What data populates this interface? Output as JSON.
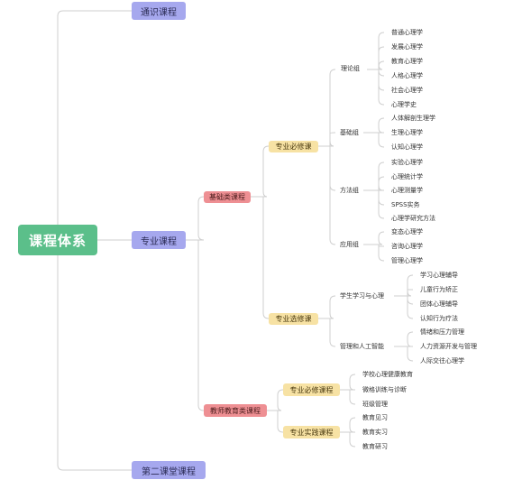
{
  "root": "课程体系",
  "level1": {
    "general": "通识课程",
    "major": "专业课程",
    "second": "第二课堂课程"
  },
  "level2": {
    "basic": "基础类课程",
    "teacher": "教师教育类课程"
  },
  "level3": {
    "required": "专业必修课",
    "elective": "专业选修课",
    "teacher_required": "专业必修课程",
    "teacher_practice": "专业实践课程"
  },
  "groups": {
    "theory": "理论组",
    "foundation": "基础组",
    "method": "方法组",
    "applied": "应用组",
    "learning": "学生学习与心理",
    "management": "管理和人工智能"
  },
  "leaves": {
    "theory": [
      "普通心理学",
      "发展心理学",
      "教育心理学",
      "人格心理学",
      "社会心理学",
      "心理学史"
    ],
    "foundation": [
      "人体解剖生理学",
      "生理心理学",
      "认知心理学"
    ],
    "method": [
      "实验心理学",
      "心理统计学",
      "心理测量学",
      "SPSS实务",
      "心理学研究方法"
    ],
    "applied": [
      "变态心理学",
      "咨询心理学",
      "管理心理学"
    ],
    "learning": [
      "学习心理辅导",
      "儿童行为矫正",
      "团体心理辅导",
      "认知行为疗法"
    ],
    "management": [
      "情绪和压力管理",
      "人力资源开发与管理",
      "人际交往心理学"
    ],
    "teacher_required": [
      "学校心理健康教育",
      "微格训练与诊断",
      "班级管理"
    ],
    "teacher_practice": [
      "教育见习",
      "教育实习",
      "教育研习"
    ]
  },
  "colors": {
    "root": "#5bbf8a",
    "level1": "#a6a8ee",
    "level2": "#ee8f93",
    "level3": "#f7e2a4",
    "line": "#cfcfcf"
  }
}
